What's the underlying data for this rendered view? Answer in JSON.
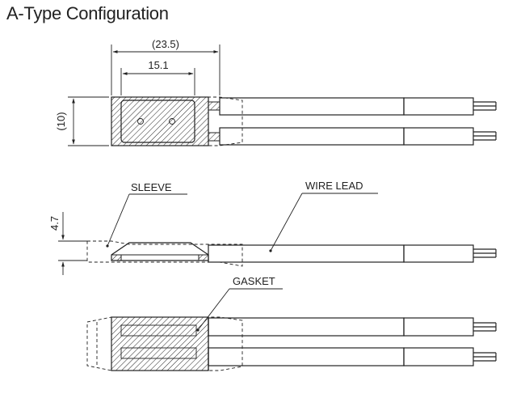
{
  "title": "A-Type Configuration",
  "dimensions": {
    "overall_length": "(23.5)",
    "body_length": "15.1",
    "width": "(10)",
    "height": "4.7"
  },
  "callouts": {
    "sleeve": "SLEEVE",
    "wire_lead": "WIRE LEAD",
    "gasket": "GASKET"
  }
}
